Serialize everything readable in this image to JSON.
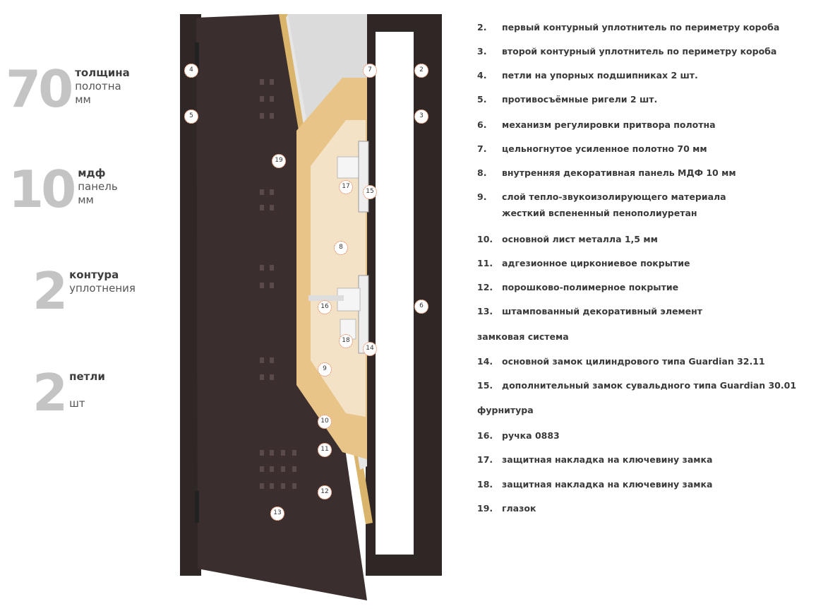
{
  "stats": [
    {
      "value": "70",
      "line1": "толщина",
      "line2": "полотна",
      "line3": "мм"
    },
    {
      "value": "10",
      "line1": "мдф",
      "line2": "панель",
      "line3": "мм"
    },
    {
      "value": "2",
      "line1": "контура",
      "line2": "уплотнения",
      "line3": ""
    },
    {
      "value": "2",
      "line1": "петли",
      "line2": "",
      "line3": "шт"
    }
  ],
  "markers": [
    "4",
    "5",
    "7",
    "2",
    "3",
    "19",
    "17",
    "15",
    "8",
    "16",
    "6",
    "18",
    "14",
    "9",
    "10",
    "11",
    "12",
    "13"
  ],
  "items": [
    {
      "num": "2.",
      "text": "первый контурный уплотнитель по периметру короба"
    },
    {
      "num": "3.",
      "text": "второй контурный уплотнитель по периметру короба"
    },
    {
      "num": "4.",
      "text": "петли на упорных подшипниках 2 шт."
    },
    {
      "num": "5.",
      "text": "противосъёмные ригели 2 шт."
    },
    {
      "num": "6.",
      "text": "механизм регулировки притвора полотна"
    },
    {
      "num": "7.",
      "text": "цельногнутое усиленное полотно 70 мм"
    },
    {
      "num": "8.",
      "text": "внутренняя декоративная панель МДФ 10 мм"
    },
    {
      "num": "9.",
      "text": "слой тепло-звукоизолирующего материала",
      "text2": "жесткий вспененный пенополиуретан"
    },
    {
      "num": "10.",
      "text": "основной лист металла 1,5 мм"
    },
    {
      "num": "11.",
      "text": "адгезионное циркониевое покрытие"
    },
    {
      "num": "12.",
      "text": "порошково-полимерное покрытие"
    },
    {
      "num": "13.",
      "text": "штампованный декоративный элемент"
    },
    {
      "section": "замковая система"
    },
    {
      "num": "14.",
      "text": "основной замок цилиндрового типа Guardian 32.11"
    },
    {
      "num": "15.",
      "text": "дополнительный замок сувальдного типа Guardian 30.01"
    },
    {
      "section": "фурнитура"
    },
    {
      "num": "16.",
      "text": "ручка 0883"
    },
    {
      "num": "17.",
      "text": "защитная накладка на ключевину замка"
    },
    {
      "num": "18.",
      "text": "защитная накладка на ключевину замка"
    },
    {
      "num": "19.",
      "text": "глазок"
    }
  ],
  "colors": {
    "door": "#3b2e2e",
    "frame": "#2f2626",
    "foam": "#e8c489",
    "accent": "#e0622a",
    "stat_number": "#c4c4c4"
  }
}
